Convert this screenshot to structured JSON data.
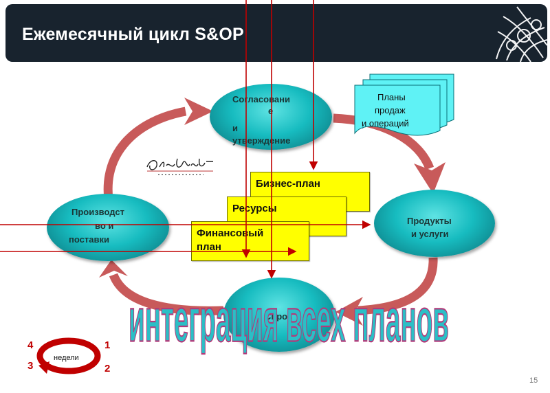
{
  "header": {
    "title": "Ежемесячный цикл S&OP"
  },
  "nodes": {
    "agreement": {
      "line1": "Согласовани",
      "line2": "е",
      "line3": "и",
      "line4": "утверждение"
    },
    "production": {
      "line1": "Производст",
      "line2": "во и",
      "line3": "поставки"
    },
    "products": {
      "line1": "Продукты",
      "line2": "и услуги"
    },
    "demand": {
      "line1": "Спрос"
    }
  },
  "document": {
    "line1": "Планы",
    "line2": "продаж",
    "line3": "и операций"
  },
  "cards": {
    "business_plan": "Бизнес-план",
    "resources": "Ресурсы",
    "financial_line1": "Финансовый",
    "financial_line2": "план"
  },
  "banner": {
    "text": "интеграция всех планов"
  },
  "weeks": {
    "label": "недели",
    "n1": "1",
    "n2": "2",
    "n3": "3",
    "n4": "4"
  },
  "footer": {
    "page_number": "15"
  },
  "colors": {
    "header_bg": "#18232e",
    "node_teal": "#17bcc0",
    "cycle_arrow": "#c85a5a",
    "card_yellow": "#ffff00",
    "doc_cyan": "#5ff2f5",
    "banner_fill": "#2bbfc6",
    "red_line": "#c00000"
  }
}
